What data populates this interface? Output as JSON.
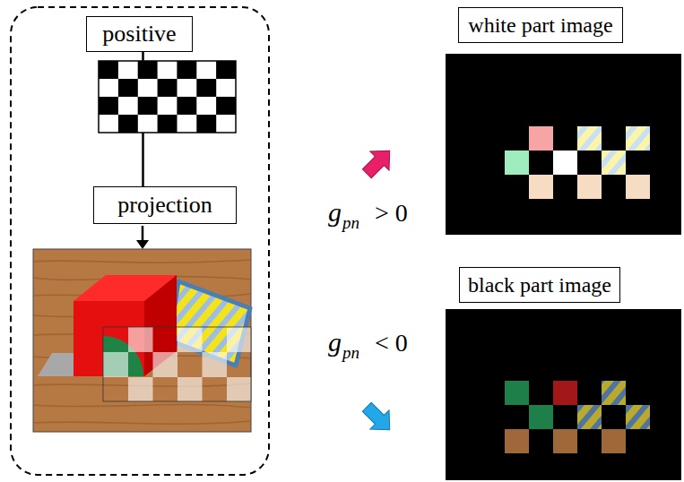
{
  "diagram": {
    "nodes": [
      {
        "text": [
          "positive"
        ]
      },
      {
        "text": [
          "projection"
        ]
      },
      {
        "text": [
          "white part image"
        ]
      },
      {
        "text": [
          "black part image"
        ]
      }
    ],
    "edges": [
      {
        "from": 0,
        "to": 1,
        "arrow": "none"
      }
    ],
    "labels": [
      "g",
      "pn",
      "> 0",
      "g",
      "pn",
      "< 0"
    ]
  }
}
